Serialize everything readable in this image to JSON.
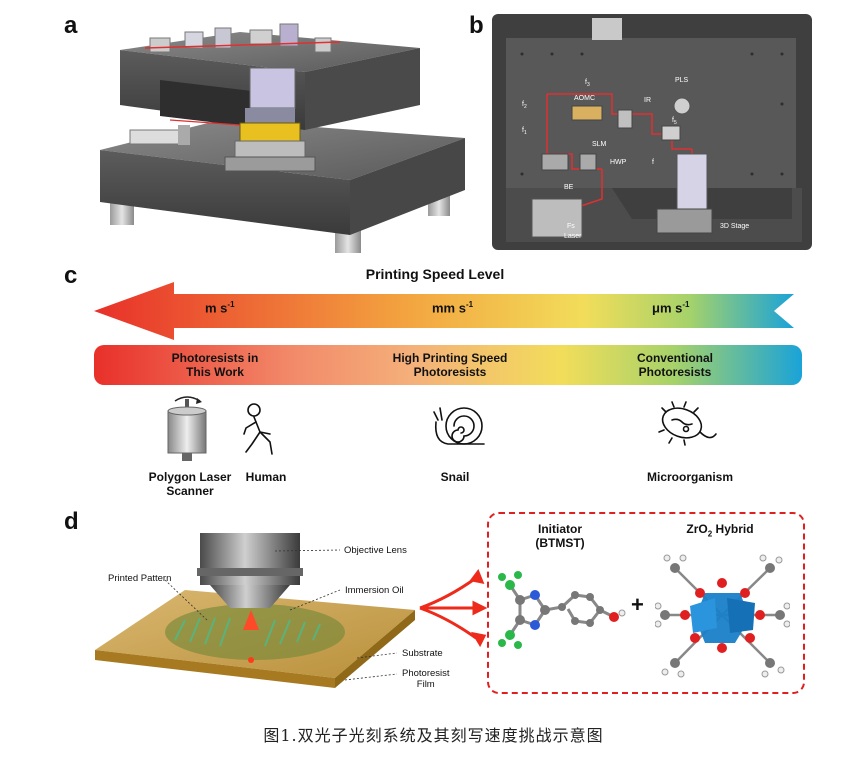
{
  "panels": {
    "a": "a",
    "b": "b",
    "c": "c",
    "d": "d"
  },
  "panel_b": {
    "labels": {
      "f3_top": "f",
      "f3_top_sub": "3",
      "aomc": "AOMC",
      "pls": "PLS",
      "ir": "IR",
      "f1": "f",
      "f1_sub": "1",
      "f2": "f",
      "f2_sub": "2",
      "f5": "f",
      "f5_sub": "5",
      "slm": "SLM",
      "hwp": "HWP",
      "f6": "f",
      "be": "BE",
      "stage": "3D Stage",
      "fs_laser_1": "Fs",
      "fs_laser_2": "Laser"
    }
  },
  "panel_c": {
    "title": "Printing Speed Level",
    "arrow_labels": {
      "fast": "m s",
      "fast_exp": "-1",
      "mid": "mm s",
      "mid_exp": "-1",
      "slow": "μm s",
      "slow_exp": "-1"
    },
    "bar_labels": {
      "left": [
        "Photoresists in",
        "This Work"
      ],
      "middle": [
        "High Printing Speed",
        "Photoresists"
      ],
      "right": [
        "Conventional",
        "Photoresists"
      ]
    },
    "icons": {
      "polygon": [
        "Polygon Laser",
        "Scanner"
      ],
      "human": "Human",
      "snail": "Snail",
      "microorganism": "Microorganism"
    }
  },
  "panel_d": {
    "labels": {
      "objective": "Objective Lens",
      "printed": "Printed Pattern",
      "oil": "Immersion Oil",
      "substrate": "Substrate",
      "film_1": "Photoresist",
      "film_2": "Film"
    },
    "initiator": [
      "Initiator",
      "(BTMST)"
    ],
    "hybrid_prefix": "ZrO",
    "hybrid_sub": "2",
    "hybrid_suffix": " Hybrid",
    "plus": "+"
  },
  "caption": "图1.双光子光刻系统及其刻写速度挑战示意图",
  "colors": {
    "red": "#e8302a",
    "orange": "#f3a540",
    "yellow": "#f2dd5a",
    "green": "#7cc65a",
    "cyan": "#1aa3d8",
    "dashed_box": "#e02020"
  }
}
